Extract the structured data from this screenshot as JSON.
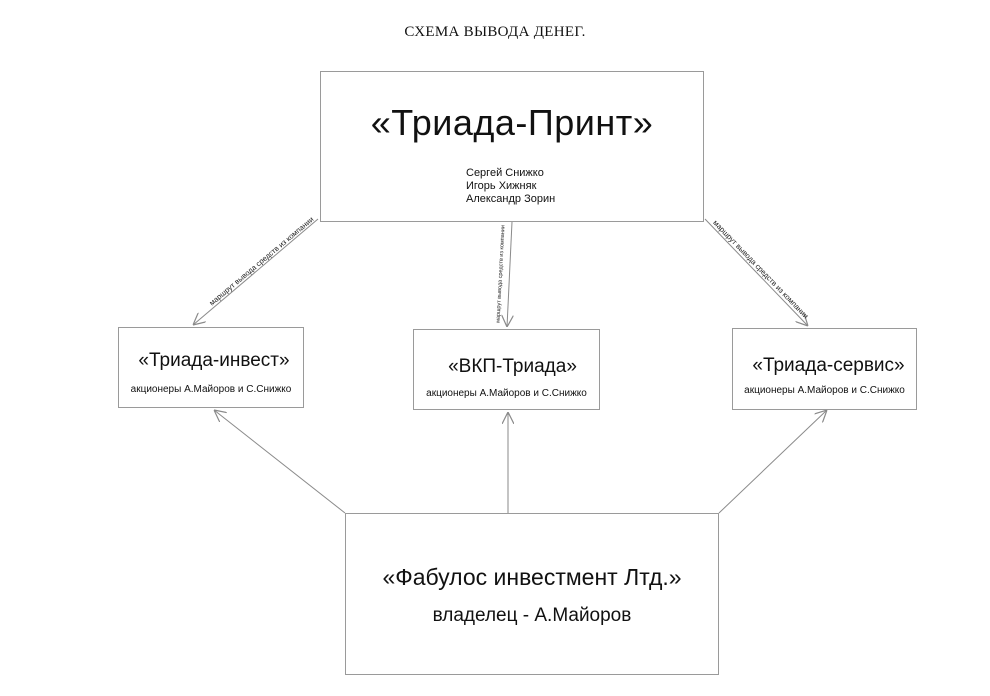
{
  "title": "СХЕМА ВЫВОДА ДЕНЕГ.",
  "top_company": {
    "name": "«Триада-Принт»",
    "people": [
      "Сергей Снижко",
      "Игорь Хижняк",
      "Александр Зорин"
    ]
  },
  "middle_companies": [
    {
      "name": "«Триада-инвест»",
      "owners": "акционеры А.Майоров и С.Снижко"
    },
    {
      "name": "«ВКП-Триада»",
      "owners": "акционеры А.Майоров и С.Снижко"
    },
    {
      "name": "«Триада-сервис»",
      "owners": "акционеры А.Майоров и С.Снижко"
    }
  ],
  "bottom_company": {
    "name": "«Фабулос инвестмент Лтд.»",
    "owner": "владелец - А.Майоров"
  },
  "route_labels": {
    "left": "маршрут вывода средств из компании",
    "middle": "маршрут вывода средств из компании",
    "right": "маршрут вывода средств из компании"
  }
}
